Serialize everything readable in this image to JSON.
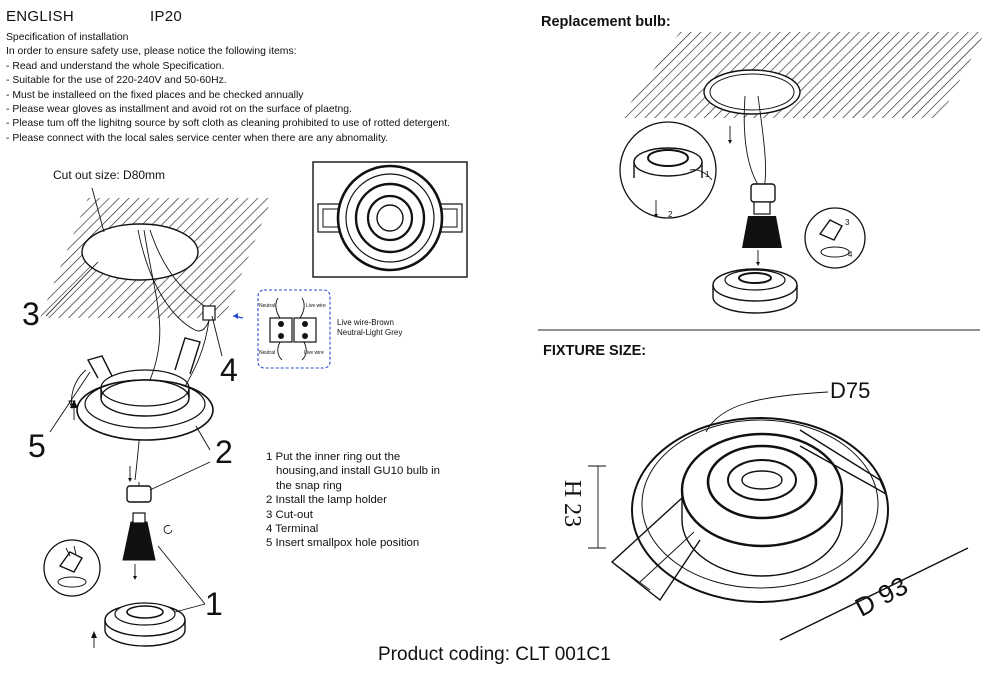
{
  "header": {
    "language": "ENGLISH",
    "rating": "IP20"
  },
  "spec": {
    "title": "Specification of installation",
    "intro": "In order to ensure safety use, please notice the following items:",
    "items": [
      "- Read and understand the whole Specification.",
      "- Suitable for the use of 220-240V and 50-60Hz.",
      "- Must be installeed on the fixed places and be checked annually",
      "- Please wear gloves as installment and avoid rot on the surface of plaetng.",
      "- Please tum off the lighitng source by soft cloth as cleaning prohibited to use of rotted detergent.",
      "- Please connect with the local sales service center when there are any abnomality."
    ]
  },
  "install": {
    "cutout_label": "Cut out size: D80mm",
    "callouts": [
      "3",
      "4",
      "5",
      "2",
      "1"
    ],
    "wiring": {
      "live": "Live wire-Brown",
      "neutral": "Neutral-Light Grey",
      "tag_neutral": "Neutral",
      "tag_live": "Live wire"
    },
    "legend": [
      "1 Put the inner ring out the",
      "housing,and install GU10 bulb in",
      "the snap ring",
      "2 Install the lamp holder",
      "3 Cut-out",
      "4 Terminal",
      "5 Insert smallpox hole position"
    ]
  },
  "replacement": {
    "title": "Replacement bulb:",
    "steps": [
      "1",
      "2",
      "3",
      "4"
    ]
  },
  "fixture": {
    "title": "FIXTURE SIZE:",
    "d75": "D75",
    "h23": "H 23",
    "d93": "D 93"
  },
  "footer": {
    "product_coding": "Product coding: CLT 001C1"
  }
}
